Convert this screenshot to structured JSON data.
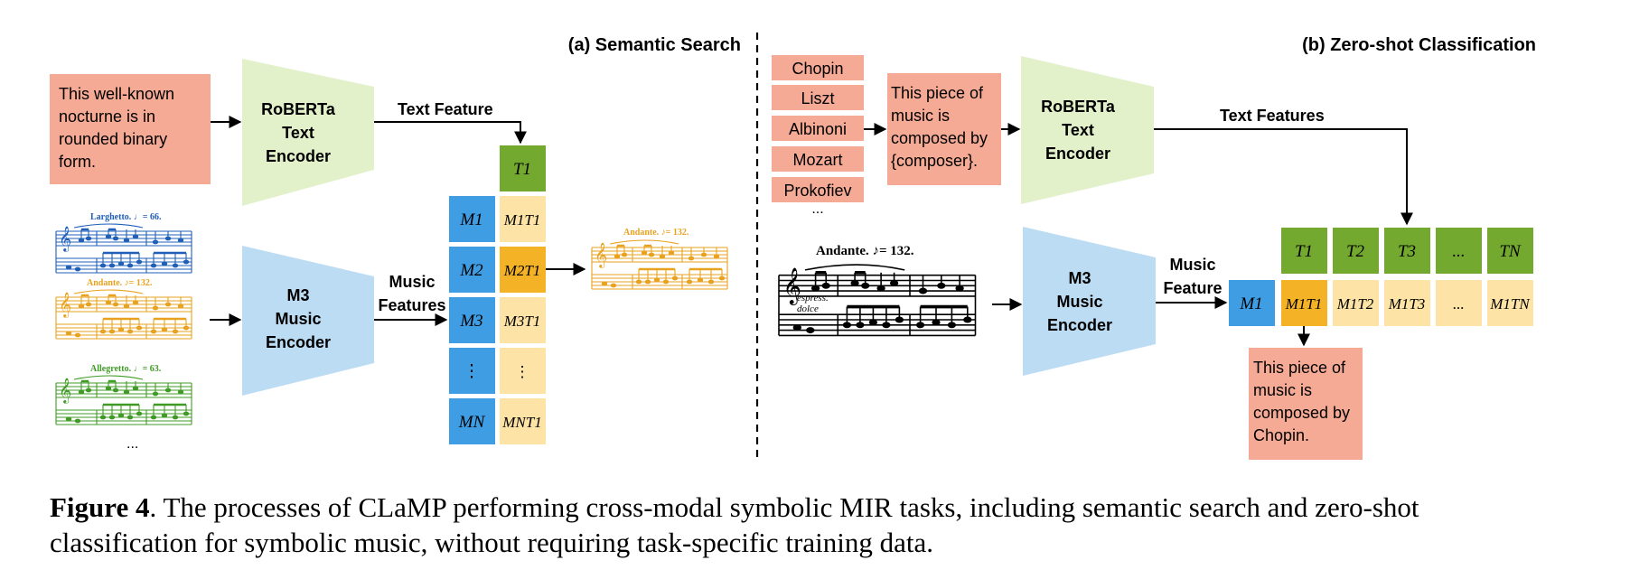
{
  "panel_a": {
    "title": "(a) Semantic Search",
    "query_text": [
      "This well-known",
      "nocturne is in",
      "rounded binary",
      "form."
    ],
    "text_encoder": [
      "RoBERTa",
      "Text",
      "Encoder"
    ],
    "music_encoder": [
      "M3",
      "Music",
      "Encoder"
    ],
    "text_feature_label": "Text Feature",
    "music_features_label": [
      "Music",
      "Features"
    ],
    "text_cell": "T1",
    "music_cells": [
      "M1",
      "M2",
      "M3",
      "⋮",
      "MN"
    ],
    "score_cells": [
      "M1T1",
      "M2T1",
      "M3T1",
      "⋮",
      "MNT1"
    ],
    "ellipsis": "...",
    "sheet_tempos": [
      "Larghetto. ♩= 66.",
      "Andante. ♪= 132.",
      "Allegretto. ♩= 63."
    ],
    "result_tempo": "Andante. ♪= 132."
  },
  "panel_b": {
    "title": "(b) Zero-shot Classification",
    "composers": [
      "Chopin",
      "Liszt",
      "Albinoni",
      "Mozart",
      "Prokofiev"
    ],
    "ellipsis": "...",
    "template": [
      "This piece of",
      "music is",
      "composed by",
      "{composer}."
    ],
    "text_encoder": [
      "RoBERTa",
      "Text",
      "Encoder"
    ],
    "music_encoder": [
      "M3",
      "Music",
      "Encoder"
    ],
    "text_features_label": "Text Features",
    "music_feature_label": [
      "Music",
      "Feature"
    ],
    "text_cells": [
      "T1",
      "T2",
      "T3",
      "...",
      "TN"
    ],
    "music_cell": "M1",
    "score_cells": [
      "M1T1",
      "M1T2",
      "M1T3",
      "...",
      "M1TN"
    ],
    "sheet_tempo": "Andante. ♪= 132.",
    "sheet_marks": [
      "espress.",
      "dolce"
    ],
    "result": [
      "This piece of",
      "music is",
      "composed by",
      "Chopin."
    ]
  },
  "caption": {
    "label": "Figure 4",
    "line1": ". The processes of CLaMP performing cross-modal symbolic MIR tasks, including semantic search and zero-shot",
    "line2": "classification for symbolic music, without requiring task-specific training data."
  },
  "colors": {
    "salmon": "#f4aa95",
    "text_encoder": "#e2f1ca",
    "music_encoder": "#bcdcf4",
    "music_cell": "#3f9de3",
    "text_cell": "#73a92f",
    "score_cell": "#fde3a5",
    "score_highlight": "#f4b327",
    "sheet_blue": "#1f5fb8",
    "sheet_orange": "#e8a21f",
    "sheet_green": "#3f9b26"
  }
}
